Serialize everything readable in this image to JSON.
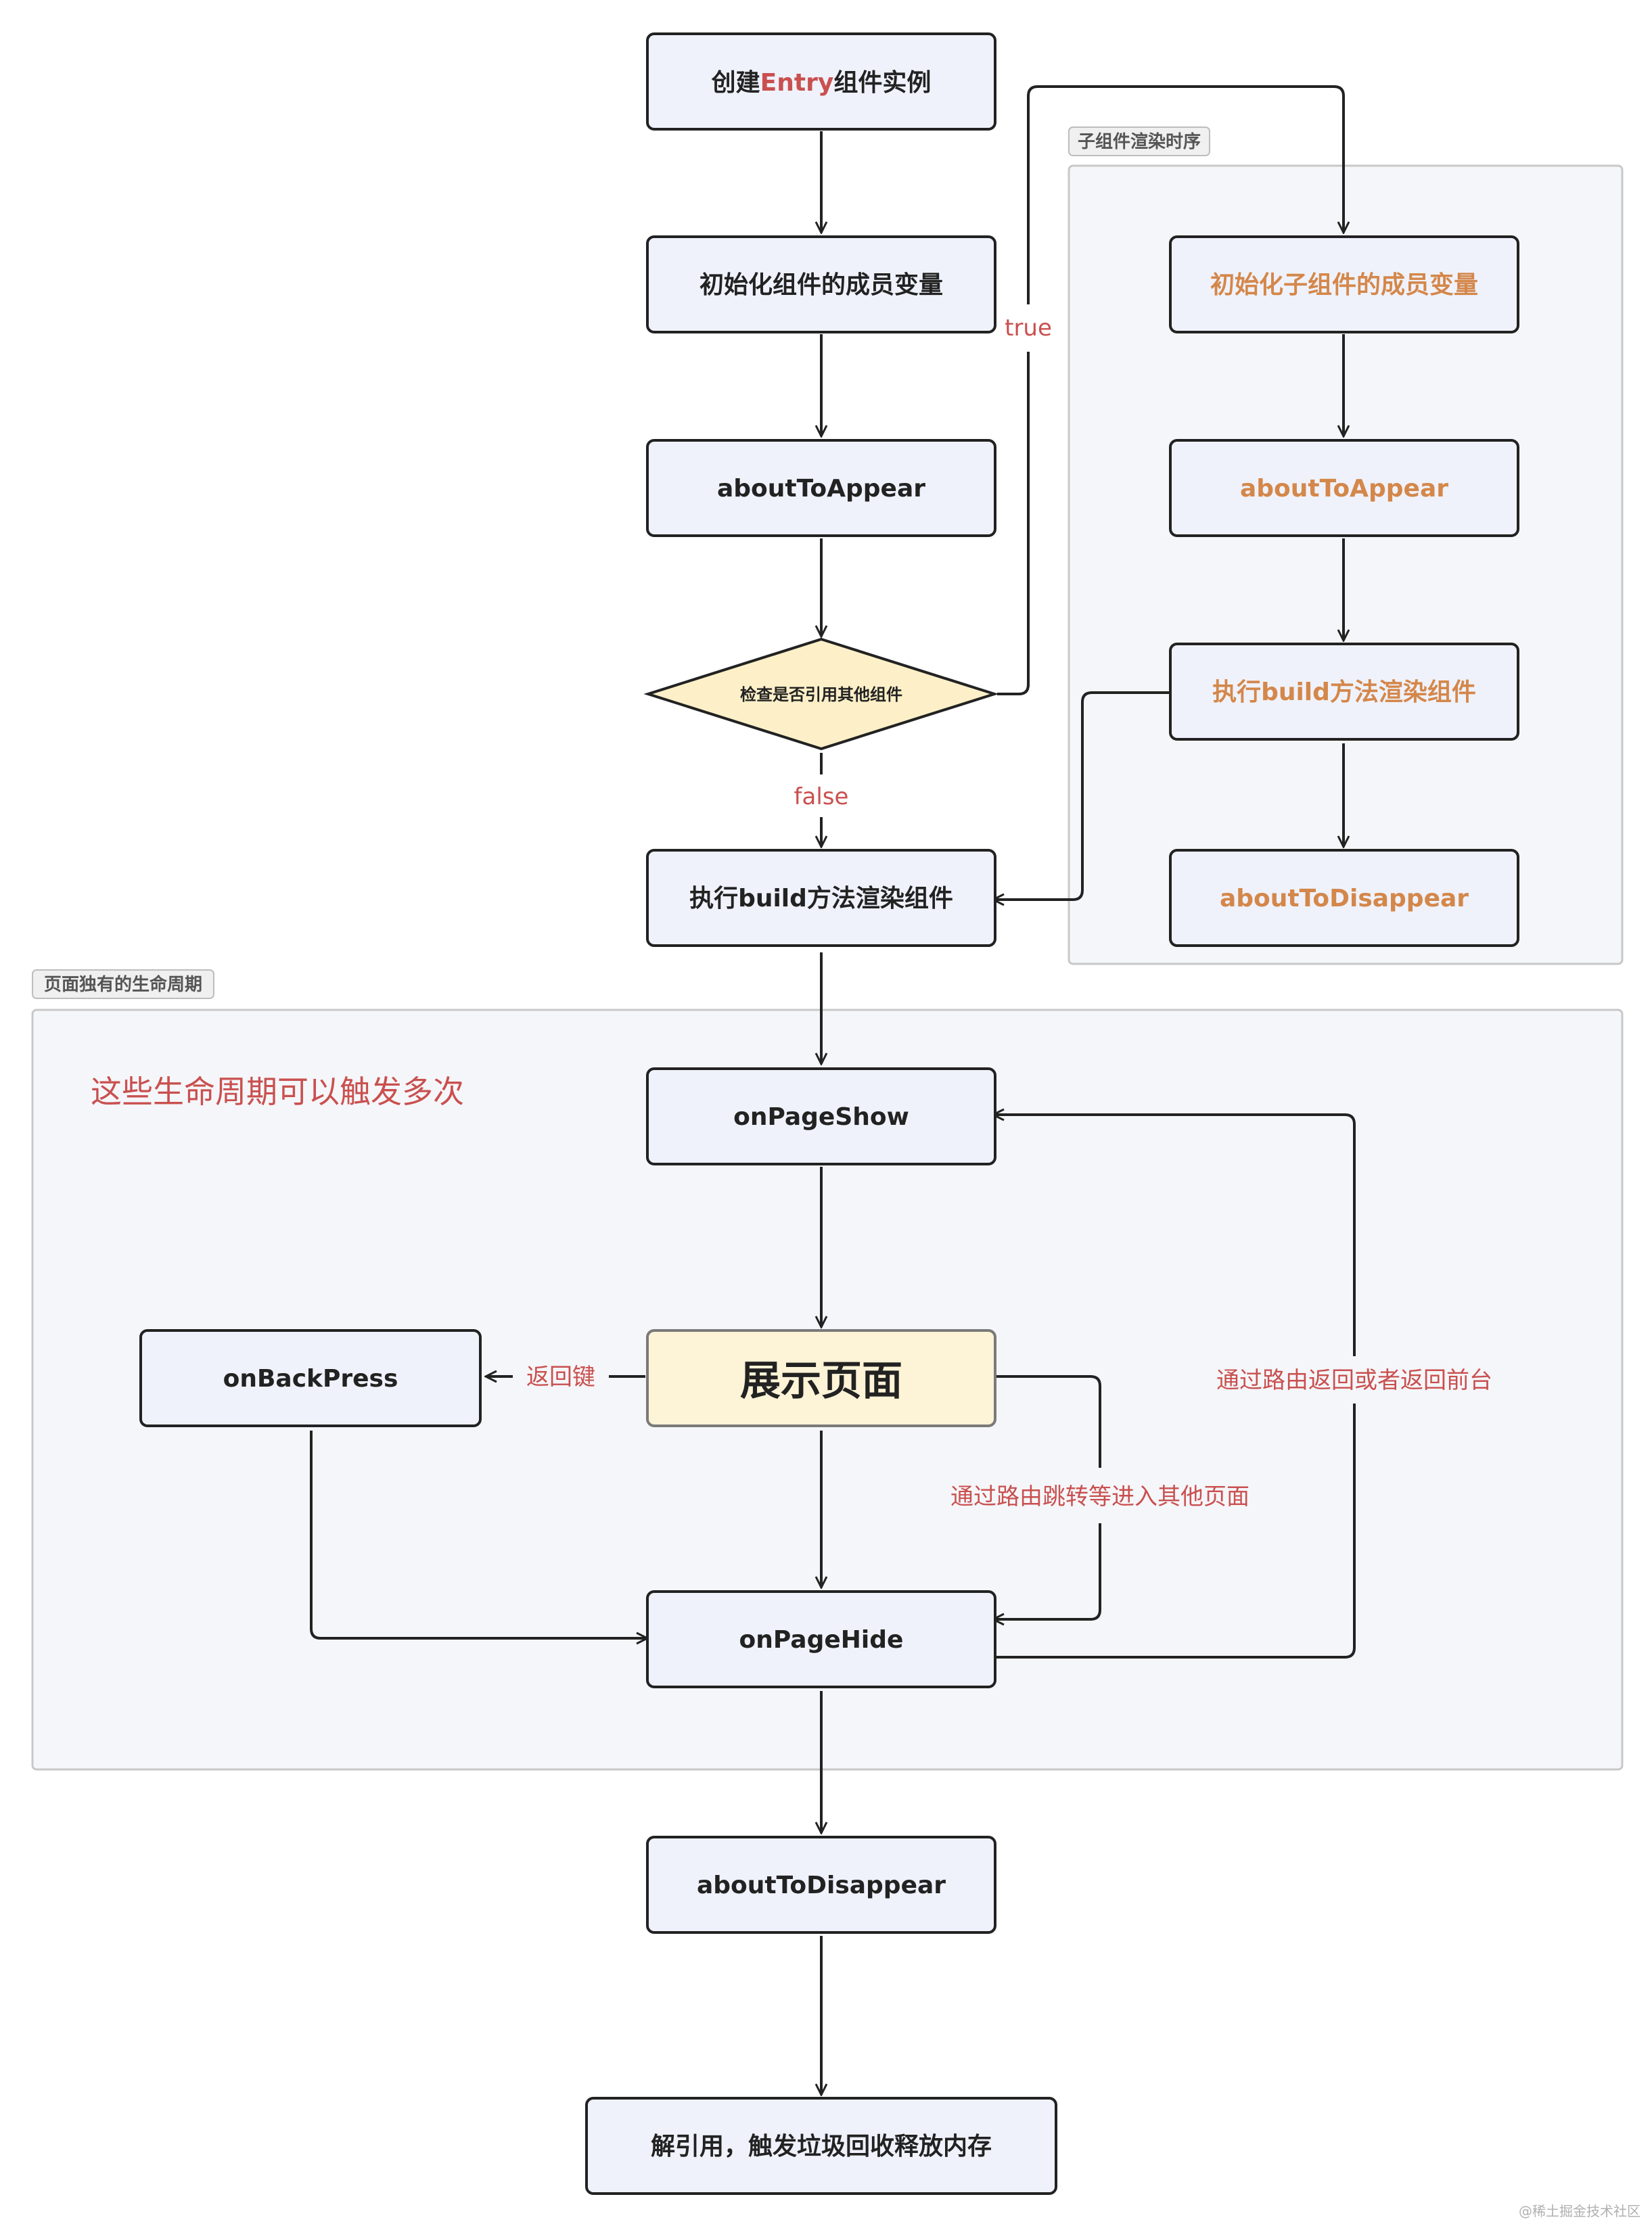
{
  "colors": {
    "node_fill": "#eff2fb",
    "node_stroke": "#222222",
    "decision_fill": "#fdf0c8",
    "highlight_fill": "#fdf3d6",
    "group_fill": "#f5f6f9",
    "group_stroke": "#c8c8c8",
    "accent_red": "#c9504f",
    "accent_orange": "#d4874a"
  },
  "nodes": {
    "create_prefix": "创建",
    "create_highlight": "Entry",
    "create_suffix": "组件实例",
    "init_members": "初始化组件的成员变量",
    "about_to_appear": "aboutToAppear",
    "check_refs": "检查是否引用其他组件",
    "build_render": "执行build方法渲染组件",
    "child_init_members": "初始化子组件的成员变量",
    "child_about_to_appear": "aboutToAppear",
    "child_build_render": "执行build方法渲染组件",
    "child_about_to_disappear": "aboutToDisappear",
    "on_page_show": "onPageShow",
    "show_page": "展示页面",
    "on_back_press": "onBackPress",
    "on_page_hide": "onPageHide",
    "about_to_disappear": "aboutToDisappear",
    "release": "解引用，触发垃圾回收释放内存"
  },
  "edge_labels": {
    "true": "true",
    "false": "false",
    "back_key": "返回键",
    "route_jump": "通过路由跳转等进入其他页面",
    "route_back": "通过路由返回或者返回前台"
  },
  "groups": {
    "child_render_order": "子组件渲染时序",
    "page_lifecycle": "页面独有的生命周期"
  },
  "note": "这些生命周期可以触发多次",
  "watermark": "@稀土掘金技术社区"
}
